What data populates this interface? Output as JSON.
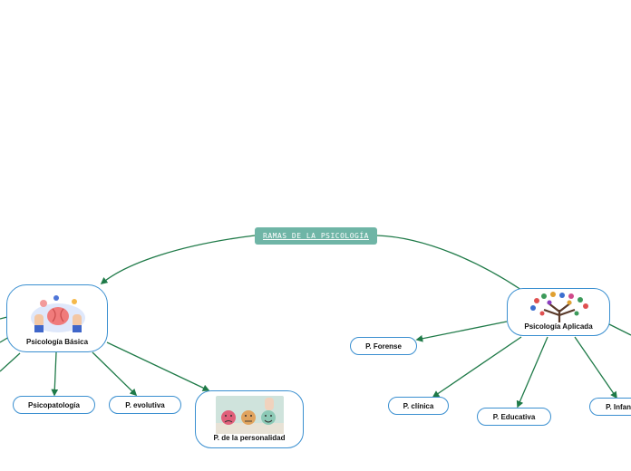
{
  "root": {
    "label": "RAMAS DE LA PSICOLOGÍA"
  },
  "basica": {
    "label": "Psicología Básica",
    "children": [
      "Psicopatología",
      "P. evolutiva",
      "P. de la personalidad"
    ]
  },
  "aplicada": {
    "label": "Psicología Aplicada",
    "children": [
      "P. Forense",
      "P. clínica",
      "P. Educativa",
      "P. Infan"
    ]
  },
  "colors": {
    "line": "#1f7a48",
    "root_fill": "#6fb5a6",
    "node_border": "#3a8fd0"
  }
}
